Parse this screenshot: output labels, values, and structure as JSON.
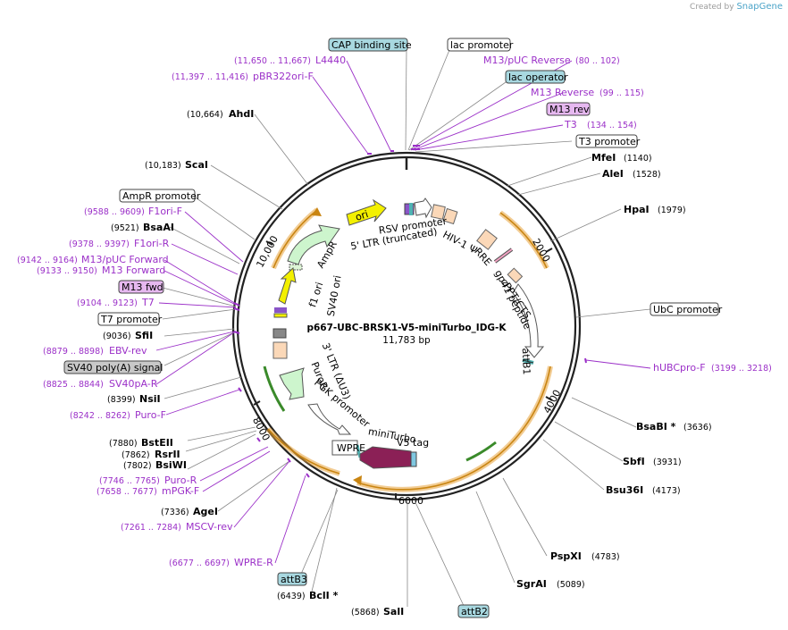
{
  "credit": {
    "prefix": "Created by",
    "brand": "SnapGene"
  },
  "plasmid": {
    "name": "p667-UBC-BRSK1-V5-miniTurbo_IDG-K",
    "length": "11,783 bp"
  },
  "ruler": [
    "2000",
    "4000",
    "6000",
    "8000",
    "10,000"
  ],
  "features": {
    "ori": "ori",
    "rsv": "RSV promoter",
    "ltr5": "5' LTR (truncated)",
    "hiv": "HIV-1 Ψ",
    "rre": "RRE",
    "cppt": "cPPT/CTS",
    "gp41": "gp41 peptide",
    "attb1": "attB1",
    "ampr": "AmpR",
    "f1": "f1 ori",
    "sv40ori": "SV40 ori",
    "ltr3": "3' LTR (ΔU3)",
    "puror": "PuroR",
    "pgk": "PGK promoter",
    "wpre": "WPRE",
    "miniturbo": "miniTurbo",
    "v5": "V5 tag"
  },
  "enzymes": [
    {
      "name": "MfeI",
      "pos": "(1140)"
    },
    {
      "name": "AleI",
      "pos": "(1528)"
    },
    {
      "name": "HpaI",
      "pos": "(1979)"
    },
    {
      "name": "BsaBI *",
      "pos": "(3636)"
    },
    {
      "name": "SbfI",
      "pos": "(3931)"
    },
    {
      "name": "Bsu36I",
      "pos": "(4173)"
    },
    {
      "name": "PspXI",
      "pos": "(4783)"
    },
    {
      "name": "SgrAI",
      "pos": "(5089)"
    },
    {
      "name": "SalI",
      "pos": "(5868)"
    },
    {
      "name": "BclI *",
      "pos": "(6439)"
    },
    {
      "name": "AgeI",
      "pos": "(7336)"
    },
    {
      "name": "BsiWI",
      "pos": "(7802)"
    },
    {
      "name": "RsrII",
      "pos": "(7862)"
    },
    {
      "name": "BstEII",
      "pos": "(7880)"
    },
    {
      "name": "NsiI",
      "pos": "(8399)"
    },
    {
      "name": "SfiI",
      "pos": "(9036)"
    },
    {
      "name": "BsaAI",
      "pos": "(9521)"
    },
    {
      "name": "ScaI",
      "pos": "(10,183)"
    },
    {
      "name": "AhdI",
      "pos": "(10,664)"
    }
  ],
  "primers": [
    {
      "name": "L4440",
      "pos": "(11,650 .. 11,667)"
    },
    {
      "name": "pBR322ori-F",
      "pos": "(11,397 .. 11,416)"
    },
    {
      "name": "M13/pUC Reverse",
      "pos": "(80 .. 102)"
    },
    {
      "name": "M13 Reverse",
      "pos": "(99 .. 115)"
    },
    {
      "name": "T3",
      "pos": "(134 .. 154)"
    },
    {
      "name": "hUBCpro-F",
      "pos": "(3199 .. 3218)"
    },
    {
      "name": "F1ori-F",
      "pos": "(9588 .. 9609)"
    },
    {
      "name": "F1ori-R",
      "pos": "(9378 .. 9397)"
    },
    {
      "name": "M13/pUC Forward",
      "pos": "(9142 .. 9164)"
    },
    {
      "name": "M13 Forward",
      "pos": "(9133 .. 9150)"
    },
    {
      "name": "T7",
      "pos": "(9104 .. 9123)"
    },
    {
      "name": "EBV-rev",
      "pos": "(8879 .. 8898)"
    },
    {
      "name": "SV40pA-R",
      "pos": "(8825 .. 8844)"
    },
    {
      "name": "Puro-F",
      "pos": "(8242 .. 8262)"
    },
    {
      "name": "Puro-R",
      "pos": "(7746 .. 7765)"
    },
    {
      "name": "mPGK-F",
      "pos": "(7658 .. 7677)"
    },
    {
      "name": "MSCV-rev",
      "pos": "(7261 .. 7284)"
    },
    {
      "name": "WPRE-R",
      "pos": "(6677 .. 6697)"
    }
  ],
  "boxes": [
    {
      "text": "CAP binding site"
    },
    {
      "text": "lac promoter"
    },
    {
      "text": "lac operator"
    },
    {
      "text": "M13 rev"
    },
    {
      "text": "T3 promoter"
    },
    {
      "text": "UbC promoter"
    },
    {
      "text": "AmpR promoter"
    },
    {
      "text": "M13 fwd"
    },
    {
      "text": "T7 promoter"
    },
    {
      "text": "SV40 poly(A) signal"
    },
    {
      "text": "attB3"
    },
    {
      "text": "attB2"
    }
  ]
}
